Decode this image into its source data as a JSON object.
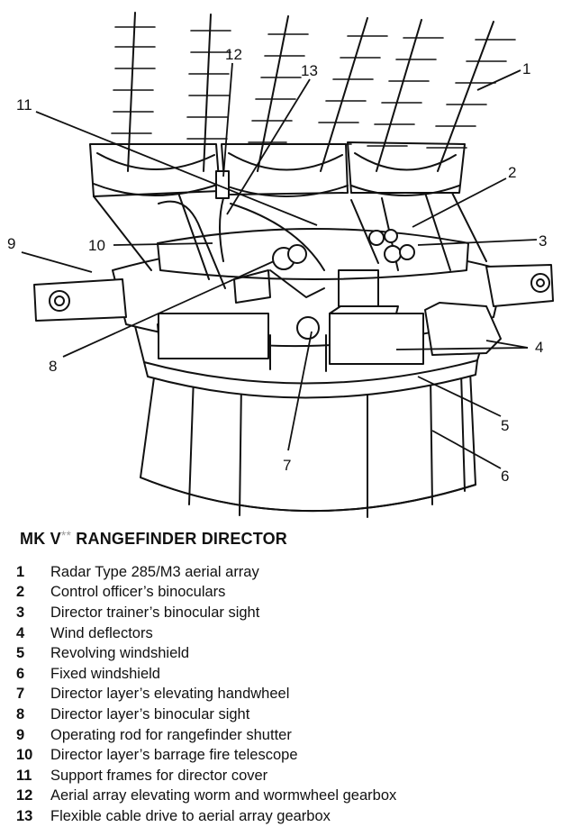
{
  "figure": {
    "title_main": "MK V",
    "title_stars": "**",
    "title_rest": " RANGEFINDER DIRECTOR"
  },
  "callouts": [
    "1",
    "2",
    "3",
    "4",
    "5",
    "6",
    "7",
    "8",
    "9",
    "10",
    "11",
    "12",
    "13"
  ],
  "legend": [
    {
      "num": "1",
      "text": "Radar Type 285/M3 aerial array"
    },
    {
      "num": "2",
      "text": "Control officer’s binoculars"
    },
    {
      "num": "3",
      "text": "Director trainer’s binocular sight"
    },
    {
      "num": "4",
      "text": "Wind deflectors"
    },
    {
      "num": "5",
      "text": "Revolving windshield"
    },
    {
      "num": "6",
      "text": "Fixed windshield"
    },
    {
      "num": "7",
      "text": "Director layer’s elevating handwheel"
    },
    {
      "num": "8",
      "text": "Director layer’s binocular sight"
    },
    {
      "num": "9",
      "text": "Operating rod for rangefinder shutter"
    },
    {
      "num": "10",
      "text": "Director layer’s barrage fire telescope"
    },
    {
      "num": "11",
      "text": "Support frames for director cover"
    },
    {
      "num": "12",
      "text": "Aerial array elevating worm and wormwheel gearbox"
    },
    {
      "num": "13",
      "text": "Flexible cable drive to aerial array gearbox"
    }
  ]
}
